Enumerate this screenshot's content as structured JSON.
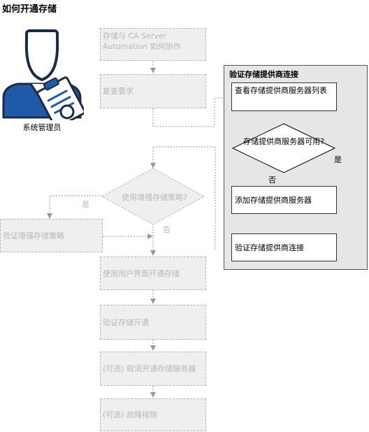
{
  "title": "如何开通存储",
  "role": {
    "label": "系统管理员",
    "icon": "administrator-clipboard-icon"
  },
  "main_flow": {
    "step1": "存储与 CA Server Automation 如何协作",
    "step2": "复查要求",
    "decision": "使用增强存储策略?",
    "yes_label": "是",
    "no_label": "否",
    "verify_policy": "验证增强存储策略",
    "step_ui": "使用用户界面开通存储",
    "step_verify": "验证存储开通",
    "step_optional_cancel": "(可选) 取消开通存储服务器",
    "step_troubleshoot": "(可选) 故障排除"
  },
  "subprocess": {
    "title": "验证存储提供商连接",
    "view_list": "查看存储提供商服务器列表",
    "decision": "存储提供商服务器可用?",
    "yes_label": "是",
    "no_label": "否",
    "add_server": "添加存储提供商服务器",
    "verify_connection": "验证存储提供商连接"
  },
  "colors": {
    "inactive_fill": "#efefef",
    "inactive_text": "#b7b7b7",
    "icon_blue": "#1e5aa8",
    "icon_navy": "#1b2a48"
  }
}
